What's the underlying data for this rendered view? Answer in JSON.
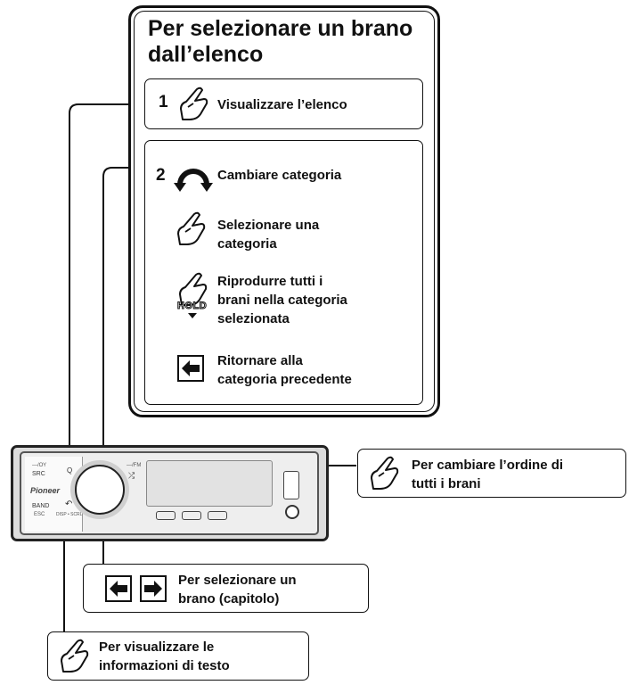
{
  "panel": {
    "title_line1": "Per selezionare un brano",
    "title_line2": "dall’elenco",
    "step1": {
      "number": "1",
      "label": "Visualizzare l’elenco",
      "icon": "finger-press-icon"
    },
    "step2": {
      "number": "2",
      "rotate_label": "Cambiare categoria",
      "rotate_icon": "rotate-knob-icon",
      "select_line1": "Selezionare una",
      "select_line2": "categoria",
      "hold_line1": "Riprodurre tutti i",
      "hold_line2": "brani nella categoria",
      "hold_line3": "selezionata",
      "hold_badge": "HOLD",
      "back_line1": "Ritornare alla",
      "back_line2": "categoria precedente"
    }
  },
  "callouts": {
    "order_line1": "Per cambiare l’ordine di",
    "order_line2": "tutti i brani",
    "track_line1": "Per selezionare un",
    "track_line2": "brano (capitolo)",
    "text_line1": "Per visualizzare le",
    "text_line2": "informazioni di testo"
  },
  "device": {
    "brand": "Pioneer",
    "src_label": "SRC",
    "band_label": "BAND",
    "small_left_top": "—/ΟΥ",
    "small_left_bottom": "ESC",
    "disp_label": "DISP • SCRL",
    "right_label": "—/FM",
    "random_label": "⤮",
    "search_glyph": "Q",
    "back_glyph": "↶"
  },
  "colors": {
    "line": "#111111",
    "device_fill": "#e6e6e6",
    "device_dark": "#8a8a8a"
  }
}
